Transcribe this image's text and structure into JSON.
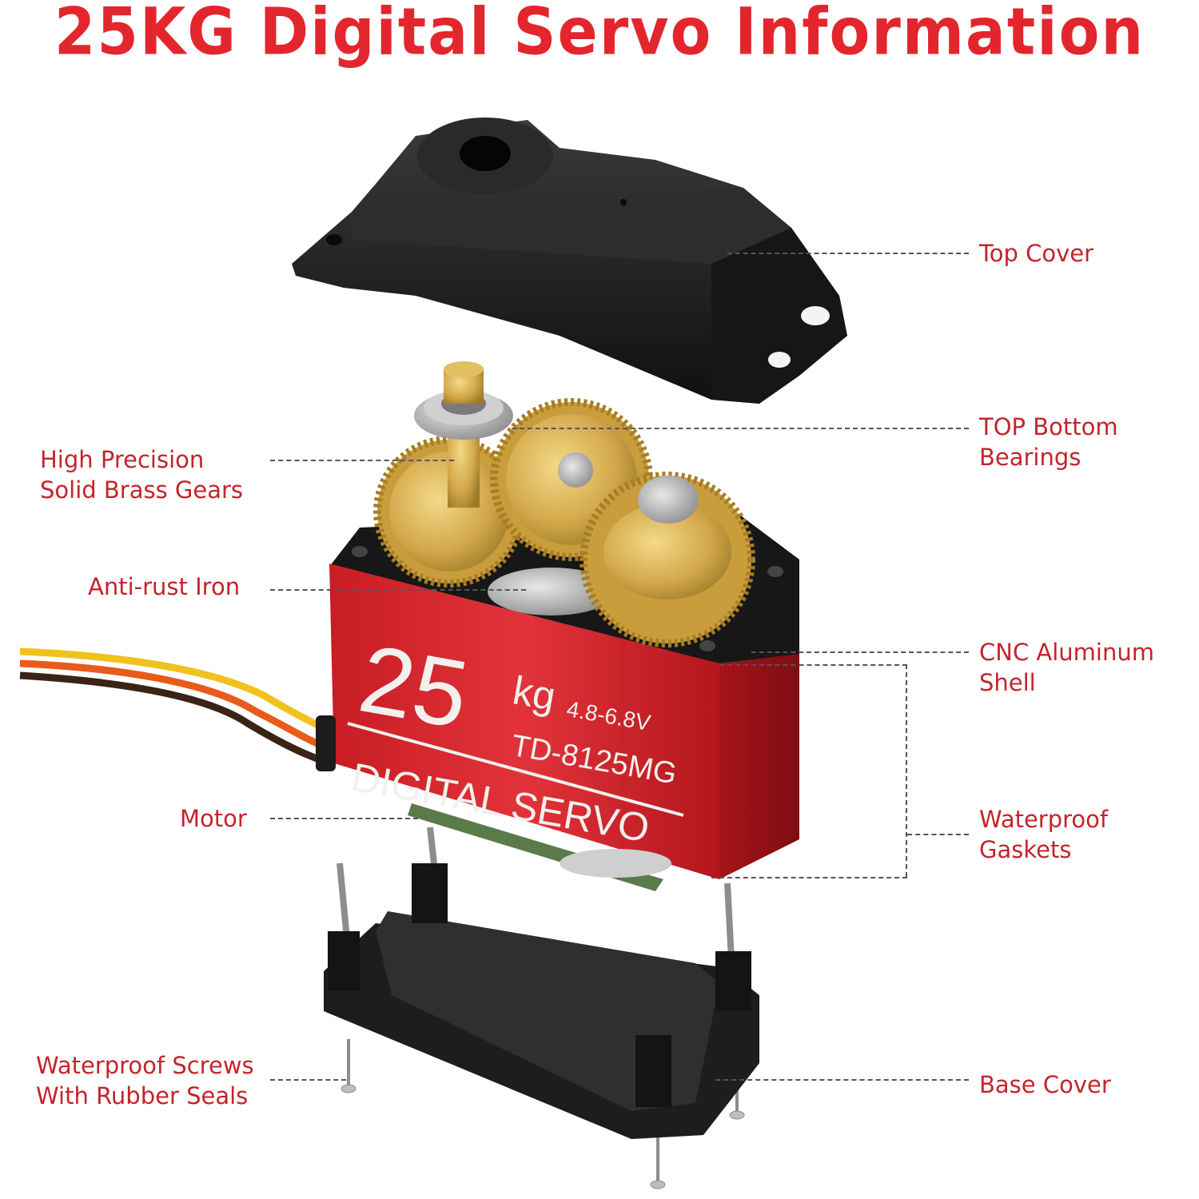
{
  "title": "25KG Digital Servo Information",
  "labels": {
    "top_cover": "Top Cover",
    "bearings": "TOP Bottom\nBearings",
    "brass_gears": "High Precision\nSolid Brass Gears",
    "anti_rust": "Anti-rust Iron",
    "cnc_shell": "CNC Aluminum\nShell",
    "motor": "Motor",
    "gaskets": "Waterproof\nGaskets",
    "screws": "Waterproof Screws\nWith Rubber Seals",
    "base_cover": "Base Cover"
  },
  "servo_print": {
    "torque": "25",
    "unit": "kg",
    "voltage": "4.8-6.8V",
    "model": "TD-8125MG",
    "type": "DIGITAL SERVO"
  },
  "colors": {
    "title": "#e3262d",
    "label": "#c4242b",
    "shell": "#d8232a",
    "brass": "#d4a94a",
    "plastic": "#1e1e1e"
  }
}
